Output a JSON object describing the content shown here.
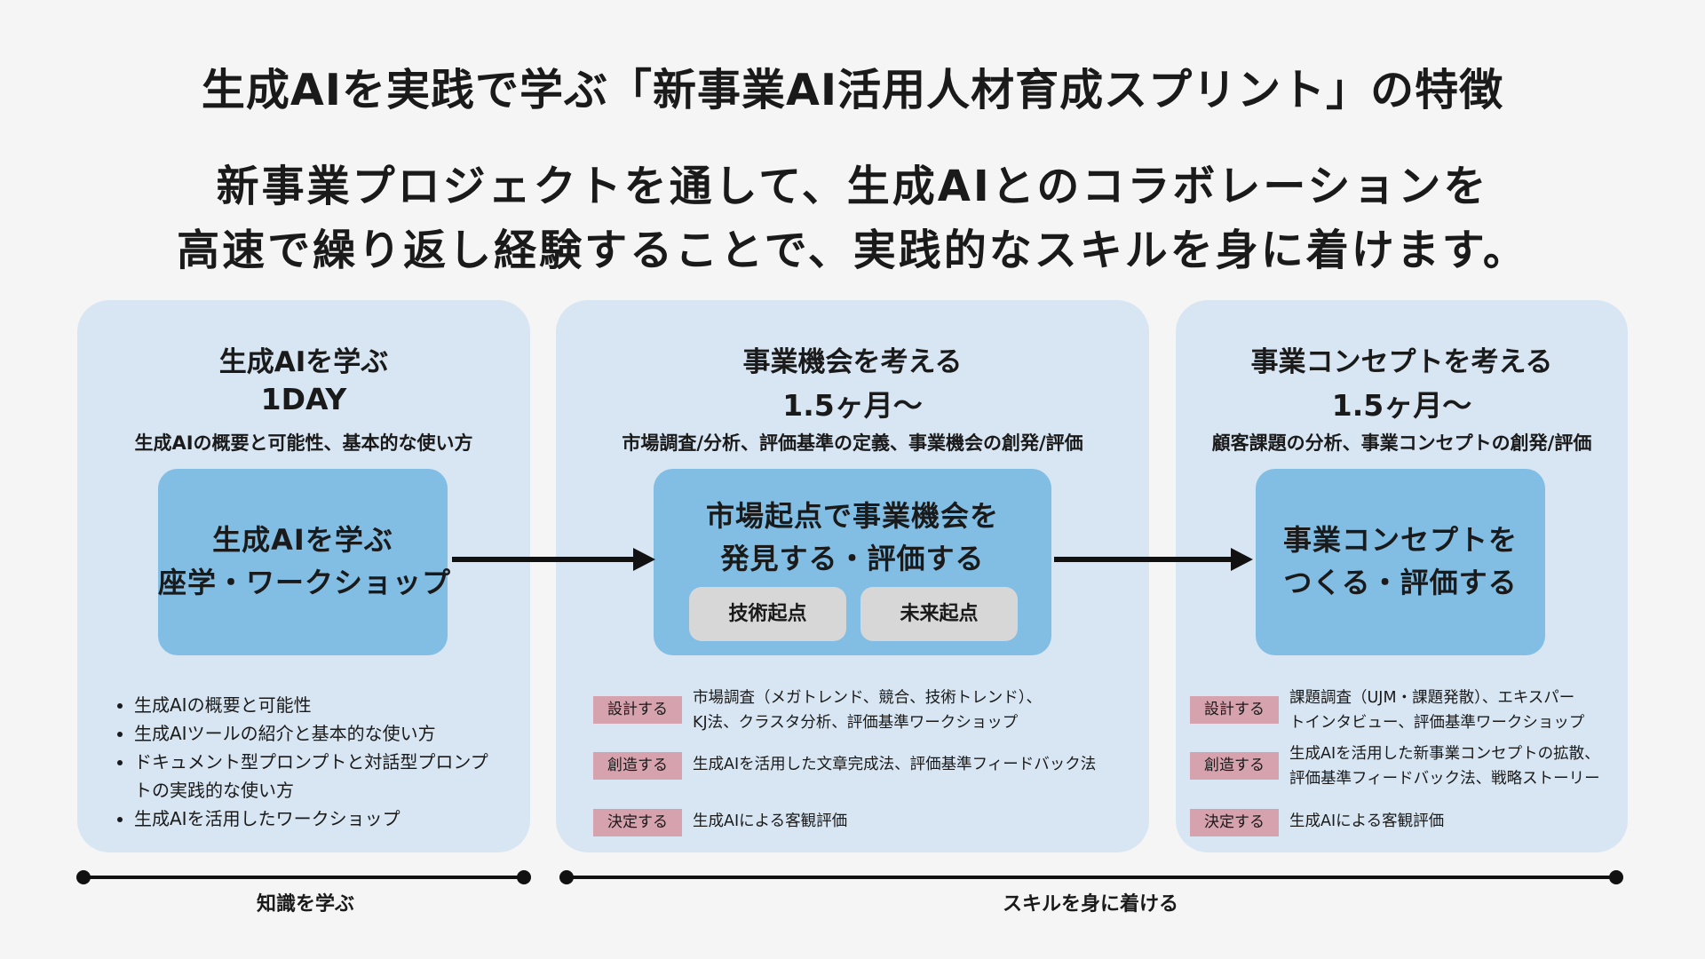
{
  "title": "生成AIを実践で学ぶ「新事業AI活用人材育成スプリント」の特徴",
  "lead": [
    "新事業プロジェクトを通して、生成AIとのコラボレーションを",
    "高速で繰り返し経験することで、実践的なスキルを身に着けます。"
  ],
  "phases": [
    {
      "title": "生成AIを学ぶ",
      "duration": "1DAY",
      "description": "生成AIの概要と可能性、基本的な使い方",
      "box_lines": [
        "生成AIを学ぶ",
        "座学・ワークショップ"
      ],
      "bullets": [
        "生成AIの概要と可能性",
        "生成AIツールの紹介と基本的な使い方",
        "ドキュメント型プロンプトと対話型プロンプ",
        "トの実践的な使い方",
        "生成AIを活用したワークショップ"
      ]
    },
    {
      "title": "事業機会を考える",
      "duration": "1.5ヶ月〜",
      "description": "市場調査/分析、評価基準の定義、事業機会の創発/評価",
      "box_lines": [
        "市場起点で事業機会を",
        "発見する・評価する"
      ],
      "tags": [
        "技術起点",
        "未来起点"
      ],
      "steps": [
        {
          "label": "設計する",
          "lines": [
            "市場調査（メガトレンド、競合、技術トレンド）、",
            "KJ法、クラスタ分析、評価基準ワークショップ"
          ]
        },
        {
          "label": "創造する",
          "lines": [
            "生成AIを活用した文章完成法、評価基準フィードバック法"
          ]
        },
        {
          "label": "決定する",
          "lines": [
            "生成AIによる客観評価"
          ]
        }
      ]
    },
    {
      "title": "事業コンセプトを考える",
      "duration": "1.5ヶ月〜",
      "description": "顧客課題の分析、事業コンセプトの創発/評価",
      "box_lines": [
        "事業コンセプトを",
        "つくる・評価する"
      ],
      "steps": [
        {
          "label": "設計する",
          "lines": [
            "課題調査（UJM・課題発散）、エキスパー",
            "トインタビュー、評価基準ワークショップ"
          ]
        },
        {
          "label": "創造する",
          "lines": [
            "生成AIを活用した新事業コンセプトの拡散、",
            "評価基準フィードバック法、戦略ストーリー"
          ]
        },
        {
          "label": "決定する",
          "lines": [
            "生成AIによる客観評価"
          ]
        }
      ]
    }
  ],
  "timeline": {
    "labels": [
      "知識を学ぶ",
      "スキルを身に着ける"
    ]
  },
  "colors": {
    "background": "#f5f5f5",
    "panel": "#d8e6f3",
    "box": "#82bde4",
    "tag": "#d7d7d7",
    "badge": "#d6a2ad",
    "line": "#111111"
  }
}
